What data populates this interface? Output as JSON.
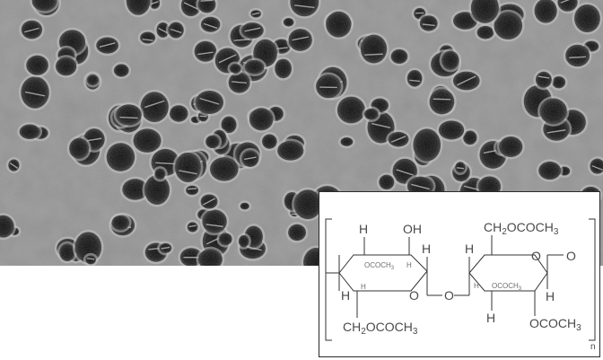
{
  "structure": {
    "unit1": {
      "top_h": "H",
      "oh": "OH",
      "inner_ococh3": "OCOCH",
      "inner_ococh3_sub": "3",
      "inner_h": "H",
      "right_h": "H",
      "left_h": "H",
      "bottom_h": "H",
      "ring_o": "O",
      "ch2_pre": "CH",
      "ch2_sub": "2",
      "ch2_post": "OCOCH",
      "ch2_post_sub": "3"
    },
    "bridge_o": "O",
    "unit2": {
      "ch2_pre": "CH",
      "ch2_sub": "2",
      "ch2_post": "OCOCH",
      "ch2_post_sub": "3",
      "ring_o": "O",
      "end_o": "O",
      "left_h": "H",
      "inner_h": "H",
      "inner_ococh3": "OCOCH",
      "inner_ococh3_sub": "3",
      "right_h": "H",
      "bottom_h": "H",
      "ococh3": "OCOCH",
      "ococh3_sub": "3"
    },
    "repeat_n": "n"
  }
}
